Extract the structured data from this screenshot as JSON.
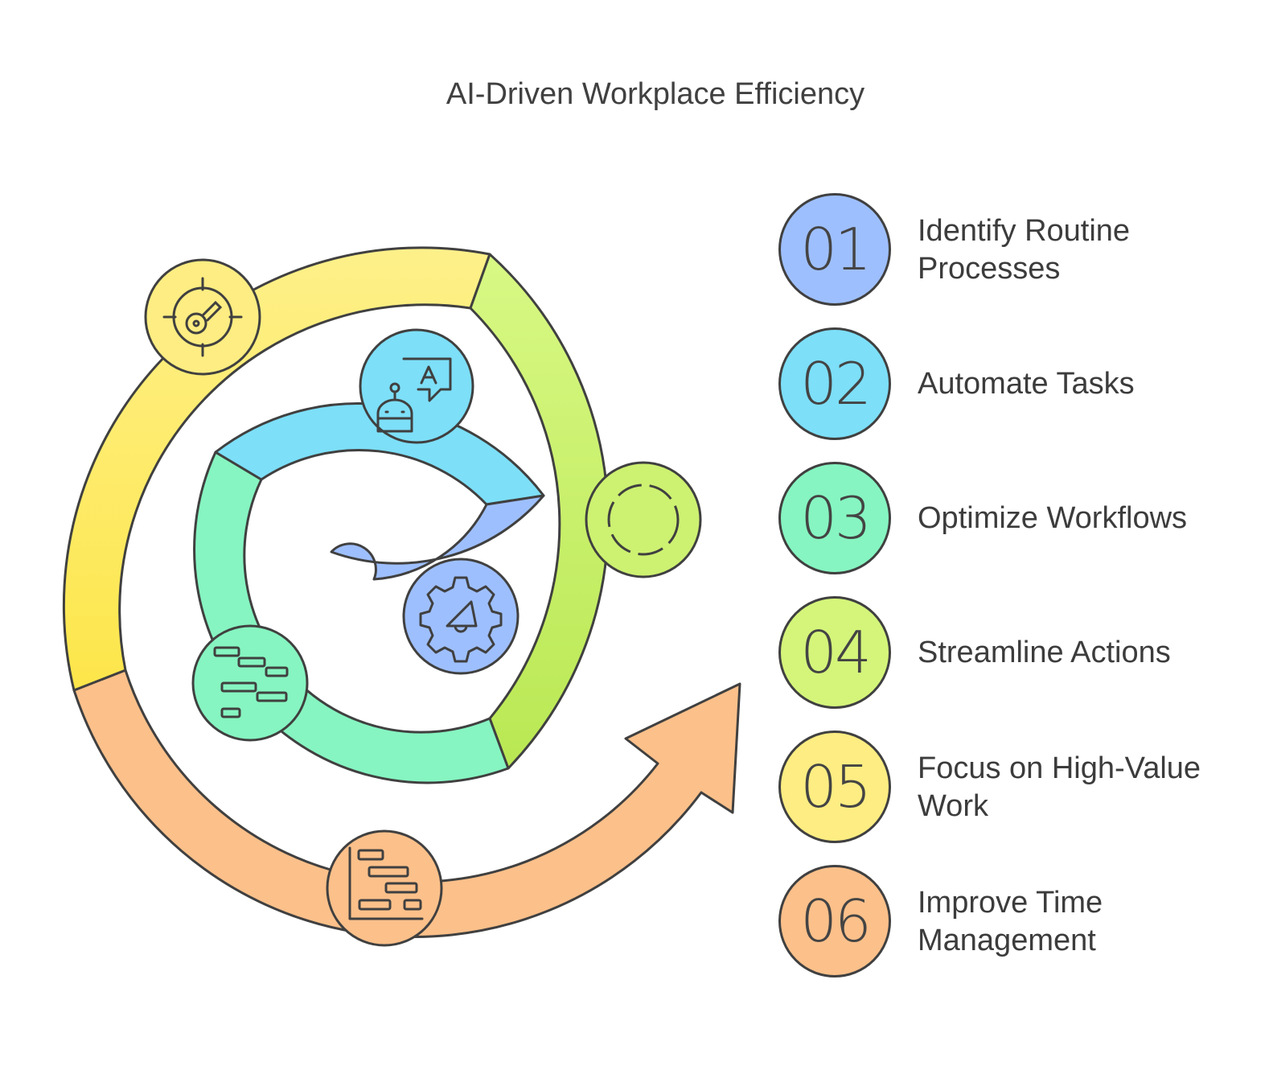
{
  "title": "AI-Driven Workplace Efficiency",
  "steps": [
    {
      "number": "01",
      "line1": "Identify Routine",
      "line2": "Processes",
      "color": "#9ebffe",
      "icon": "robot-process-icon"
    },
    {
      "number": "02",
      "line1": "Automate Tasks",
      "line2": "",
      "color": "#7ddff8",
      "icon": "robot-chat-icon"
    },
    {
      "number": "03",
      "line1": "Optimize Workflows",
      "line2": "",
      "color": "#86f5c1",
      "icon": "workflow-steps-icon"
    },
    {
      "number": "04",
      "line1": "Streamline Actions",
      "line2": "",
      "color": "#d4f57a",
      "icon": "loading-circle-icon"
    },
    {
      "number": "05",
      "line1": "Focus on High-Value",
      "line2": "Work",
      "color": "#fded82",
      "icon": "target-focus-icon"
    },
    {
      "number": "06",
      "line1": "Improve Time",
      "line2": "Management",
      "color": "#fcc08a",
      "icon": "gantt-chart-icon"
    }
  ]
}
